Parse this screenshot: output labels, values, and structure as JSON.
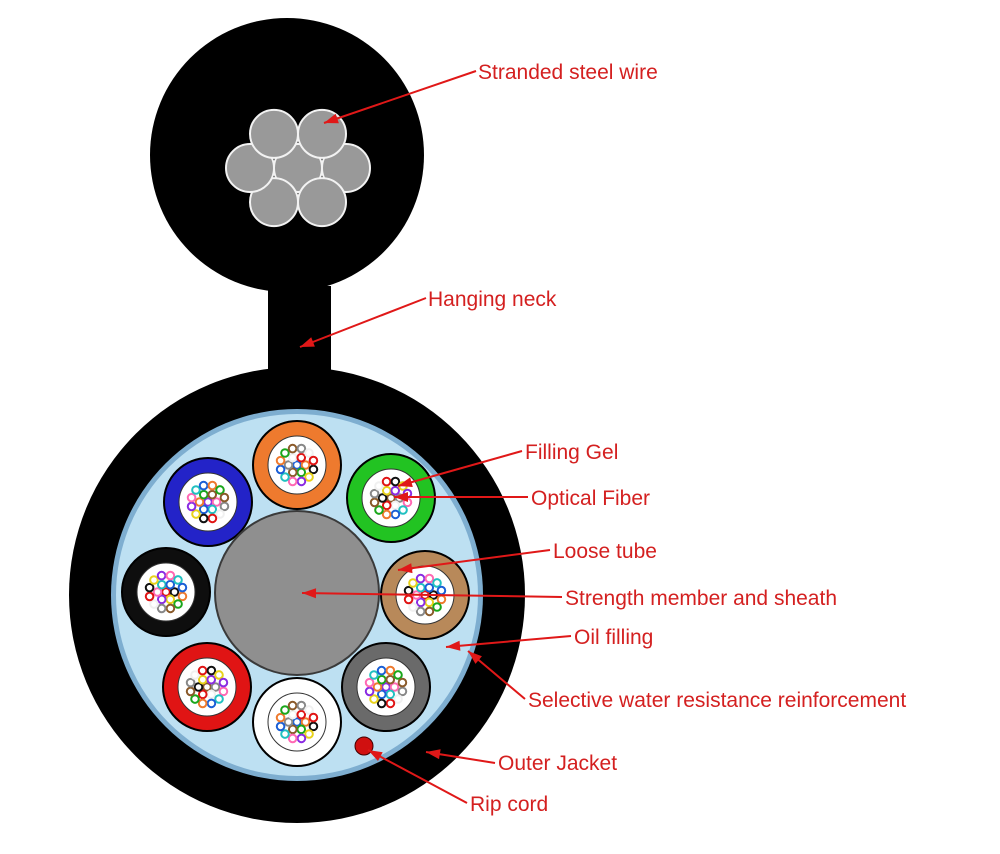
{
  "colors": {
    "label_text": "#d42020",
    "leader_line": "#e01818",
    "jacket": "#000000",
    "steel_wire": "#999999",
    "steel_wire_edge": "#f2f2f2",
    "inner_fill": "#bde0f2",
    "inner_ring": "#7eaed0",
    "core": "#8f8f8f",
    "rip_cord": "#d01010"
  },
  "tube_colors": [
    "#ee7a2e",
    "#22c322",
    "#b8895a",
    "#6a6a6a",
    "#ffffff",
    "#e01414",
    "#0e0e0e",
    "#2323c8"
  ],
  "fiber_colors": [
    "#1a5fd6",
    "#ee7a2e",
    "#1aa61a",
    "#8a5a2a",
    "#888888",
    "#f0f0f0",
    "#e01414",
    "#111111",
    "#e8d21a",
    "#8a2be2",
    "#ff69b4",
    "#20c0c0"
  ],
  "labels": {
    "stranded_steel_wire": "Stranded steel wire",
    "hanging_neck": "Hanging neck",
    "filling_gel": "Filling Gel",
    "optical_fiber": "Optical Fiber",
    "loose_tube": "Loose tube",
    "strength_member": "Strength member and sheath",
    "oil_filling": "Oil filling",
    "water_resistance": "Selective water resistance reinforcement",
    "outer_jacket": "Outer Jacket",
    "rip_cord": "Rip cord"
  }
}
